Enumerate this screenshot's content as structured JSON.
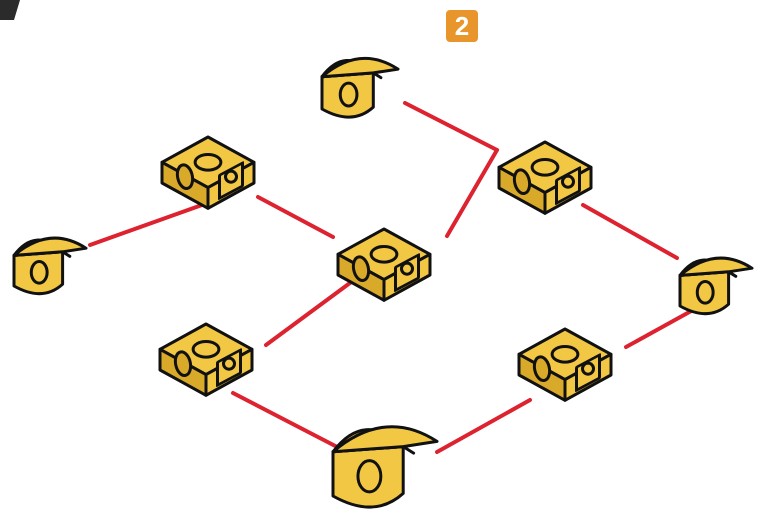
{
  "step": {
    "number": "2"
  },
  "colors": {
    "piece_fill": "#F2C744",
    "piece_shade": "#D9A92A",
    "outline": "#111111",
    "connector": "#DD2230",
    "badge": "#E8962B",
    "corner_mark": "#2B2B2B"
  },
  "pieces": [
    {
      "name": "quarter-round-top",
      "kind": "quarter-round"
    },
    {
      "name": "cube-left",
      "kind": "cube"
    },
    {
      "name": "cube-top-right",
      "kind": "cube"
    },
    {
      "name": "quarter-round-left",
      "kind": "quarter-round"
    },
    {
      "name": "cube-center",
      "kind": "cube"
    },
    {
      "name": "quarter-round-right",
      "kind": "quarter-round"
    },
    {
      "name": "cube-bottom-left",
      "kind": "cube"
    },
    {
      "name": "cube-bottom-right",
      "kind": "cube"
    },
    {
      "name": "quarter-round-bottom",
      "kind": "quarter-round"
    }
  ],
  "connections": [
    [
      "quarter-round-top",
      "cube-top-right"
    ],
    [
      "cube-top-right",
      "cube-center"
    ],
    [
      "cube-top-right",
      "quarter-round-right"
    ],
    [
      "cube-left",
      "quarter-round-left"
    ],
    [
      "cube-left",
      "cube-center"
    ],
    [
      "cube-center",
      "cube-bottom-left"
    ],
    [
      "cube-bottom-left",
      "quarter-round-bottom"
    ],
    [
      "quarter-round-bottom",
      "cube-bottom-right"
    ],
    [
      "cube-bottom-right",
      "quarter-round-right"
    ]
  ]
}
